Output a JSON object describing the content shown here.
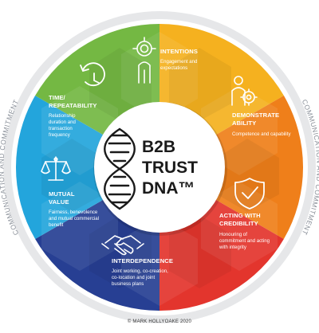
{
  "center": {
    "line1": "B2B",
    "line2": "TRUST",
    "line3": "DNA™"
  },
  "ring": {
    "left": "COMMUNICATION AND COMMITMENT",
    "right": "COMMUNICATION AND COMMITMENT"
  },
  "segments": [
    {
      "id": "intentions",
      "color": "#f5b11f",
      "icon": "target-person-icon",
      "title": [
        "INTENTIONS"
      ],
      "desc": [
        "Engagement and",
        "expectations"
      ]
    },
    {
      "id": "demonstrate-ability",
      "color": "#ef7f1a",
      "icon": "person-gear-icon",
      "title": [
        "DEMONSTRATE",
        "ABILITY"
      ],
      "desc": [
        "Competence and capability"
      ]
    },
    {
      "id": "acting-with-credibility",
      "color": "#e3352d",
      "icon": "shield-check-icon",
      "title": [
        "ACTING WITH",
        "CREDIBILITY"
      ],
      "desc": [
        "Honouring of",
        "commitment and acting",
        "with integrity"
      ]
    },
    {
      "id": "interdependence",
      "color": "#273f93",
      "icon": "handshake-icon",
      "title": [
        "INTERDEPENDENCE"
      ],
      "desc": [
        "Joint working, co-creation,",
        "co-location and joint",
        "business plans"
      ]
    },
    {
      "id": "mutual-value",
      "color": "#23a5dc",
      "icon": "scales-icon",
      "title": [
        "MUTUAL",
        "VALUE"
      ],
      "desc": [
        "Fairness, benevolence",
        "and mutual commercial",
        "benefit"
      ]
    },
    {
      "id": "time-repeatability",
      "color": "#74b843",
      "icon": "clock-history-icon",
      "title": [
        "TIME/",
        "REPEATABILITY"
      ],
      "desc": [
        "Relationship",
        "duration and",
        "transaction",
        "frequency"
      ]
    }
  ],
  "copyright": "© MARK HOLLYOAKE 2020"
}
